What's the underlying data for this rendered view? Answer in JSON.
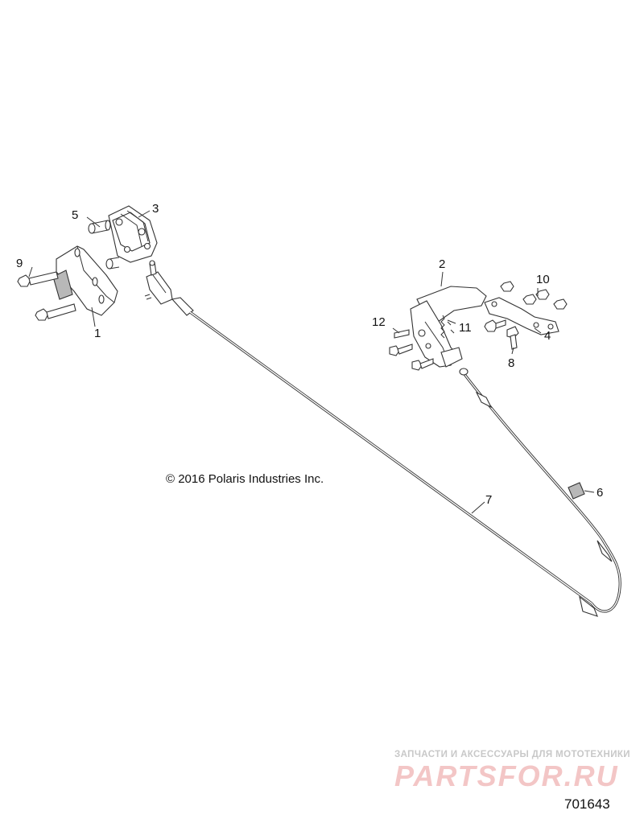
{
  "callouts": [
    {
      "id": "1",
      "label": "1"
    },
    {
      "id": "2",
      "label": "2"
    },
    {
      "id": "3",
      "label": "3"
    },
    {
      "id": "4",
      "label": "4"
    },
    {
      "id": "5",
      "label": "5"
    },
    {
      "id": "6",
      "label": "6"
    },
    {
      "id": "7",
      "label": "7"
    },
    {
      "id": "8",
      "label": "8"
    },
    {
      "id": "9",
      "label": "9"
    },
    {
      "id": "10",
      "label": "10"
    },
    {
      "id": "11",
      "label": "11"
    },
    {
      "id": "12",
      "label": "12"
    }
  ],
  "copyright": "© 2016 Polaris Industries Inc.",
  "watermark": {
    "tagline": "ЗАПЧАСТИ И АКСЕССУАРЫ ДЛЯ МОТОТЕХНИКИ",
    "logo": "PARTSFOR.RU",
    "color": "#f3c6c6"
  },
  "diagram_number": "701643"
}
